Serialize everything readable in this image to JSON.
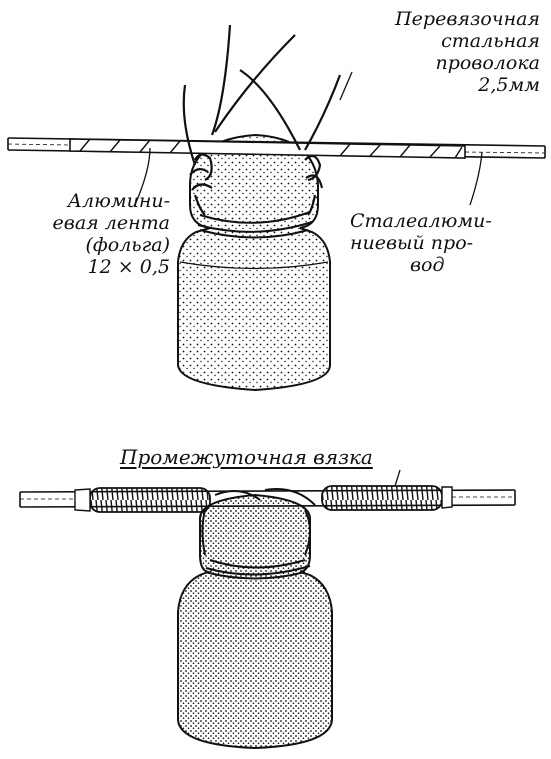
{
  "figure": {
    "top": {
      "label_steel_wire": [
        "Перевязочная",
        "стальная",
        "проволока",
        "2,5мм"
      ],
      "label_foil": [
        "Алюмини-",
        "евая лента",
        "(фольга)",
        "12 × 0,5"
      ],
      "label_conductor": [
        "Сталеалюми-",
        "ниевый про-",
        "вод"
      ]
    },
    "bottom": {
      "label_binding": "Промежуточная вязка"
    }
  },
  "colors": {
    "ink": "#111111",
    "paper": "#ffffff"
  }
}
